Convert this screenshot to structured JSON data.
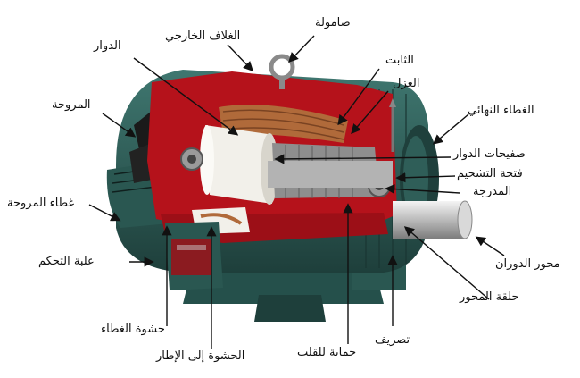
{
  "labels": {
    "lifting_eye": "صامولة",
    "outer_housing": "الغلاف الخارجي",
    "rotor": "الدوار",
    "stator": "الثابت",
    "insulation": "العزل",
    "end_cover": "الغطاء النهائي",
    "fan": "المروحة",
    "rotor_laminations": "صفيحات الدوار",
    "grease_opening": "فتحة التشحيم",
    "bearing": "المدرجة",
    "fan_cover": "غطاء المروحة",
    "control_box": "علبة التحكم",
    "shaft": "محور الدوران",
    "shaft_ring": "حلقة المحور",
    "cover_gasket": "حشوة الغطاء",
    "drain": "تصريف",
    "frame_gasket": "الحشوة إلى الإطار",
    "core_protection": "حماية للقلب"
  },
  "colors": {
    "housing": "#2f5e58",
    "housing_dark": "#1f403c",
    "cutaway_red": "#b5121b",
    "copper": "#b06a3a",
    "steel": "#c9c9c9",
    "white_core": "#f2f0ea"
  },
  "icons": [
    "lifting-eye-icon",
    "arrow-icon"
  ]
}
